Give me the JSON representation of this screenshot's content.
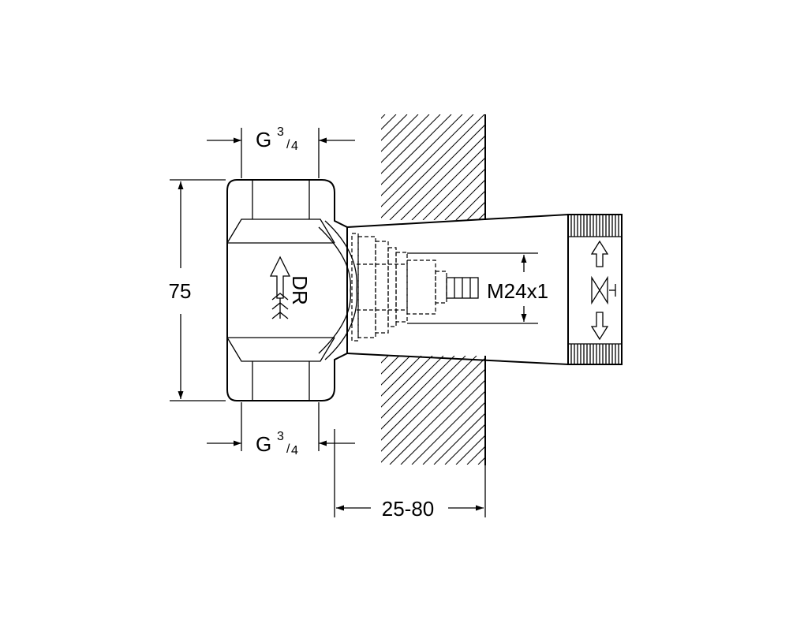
{
  "dimensions": {
    "top_thread": {
      "prefix": "G",
      "numerator": "3",
      "denominator": "4"
    },
    "bottom_thread": {
      "prefix": "G",
      "numerator": "3",
      "denominator": "4"
    },
    "height": "75",
    "spindle_thread": "M24x1",
    "wall_range": "25-80"
  },
  "body_label": "DR",
  "icons": [
    "flow-direction-arrow-icon",
    "up-arrow-icon",
    "valve-symbol-icon",
    "down-arrow-icon"
  ]
}
